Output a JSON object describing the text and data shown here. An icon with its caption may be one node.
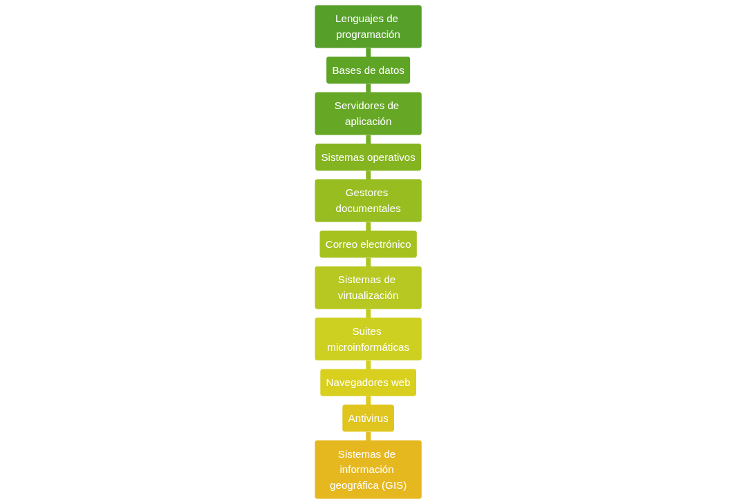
{
  "diagram": {
    "nodes": [
      {
        "text": [
          "Lenguajes de programación"
        ]
      },
      {
        "text": [
          "Bases de datos"
        ]
      },
      {
        "text": [
          "Servidores de aplicación"
        ]
      },
      {
        "text": [
          "Sistemas operativos"
        ]
      },
      {
        "text": [
          "Gestores documentales"
        ]
      },
      {
        "text": [
          "Correo electrónico"
        ]
      },
      {
        "text": [
          "Sistemas de virtualización"
        ]
      },
      {
        "text": [
          "Suites microinformáticas"
        ]
      },
      {
        "text": [
          "Navegadores web"
        ]
      },
      {
        "text": [
          "Antivirus"
        ]
      },
      {
        "text": [
          "Sistemas de información geográfica (GIS)"
        ]
      }
    ],
    "edges": [
      {
        "from": 0,
        "to": 1,
        "arrow": "none",
        "color": "#5aa228"
      },
      {
        "from": 1,
        "to": 2,
        "arrow": "none",
        "color": "#62a625"
      },
      {
        "from": 2,
        "to": 3,
        "arrow": "none",
        "color": "#75ae22"
      },
      {
        "from": 3,
        "to": 4,
        "arrow": "none",
        "color": "#8eb81f"
      },
      {
        "from": 4,
        "to": 5,
        "arrow": "none",
        "color": "#9fc01f"
      },
      {
        "from": 5,
        "to": 6,
        "arrow": "none",
        "color": "#adc520"
      },
      {
        "from": 6,
        "to": 7,
        "arrow": "none",
        "color": "#c2cc20"
      },
      {
        "from": 7,
        "to": 8,
        "arrow": "none",
        "color": "#d3d01f"
      },
      {
        "from": 8,
        "to": 9,
        "arrow": "none",
        "color": "#dcca1e"
      },
      {
        "from": 9,
        "to": 10,
        "arrow": "none",
        "color": "#e3be1f"
      }
    ]
  }
}
